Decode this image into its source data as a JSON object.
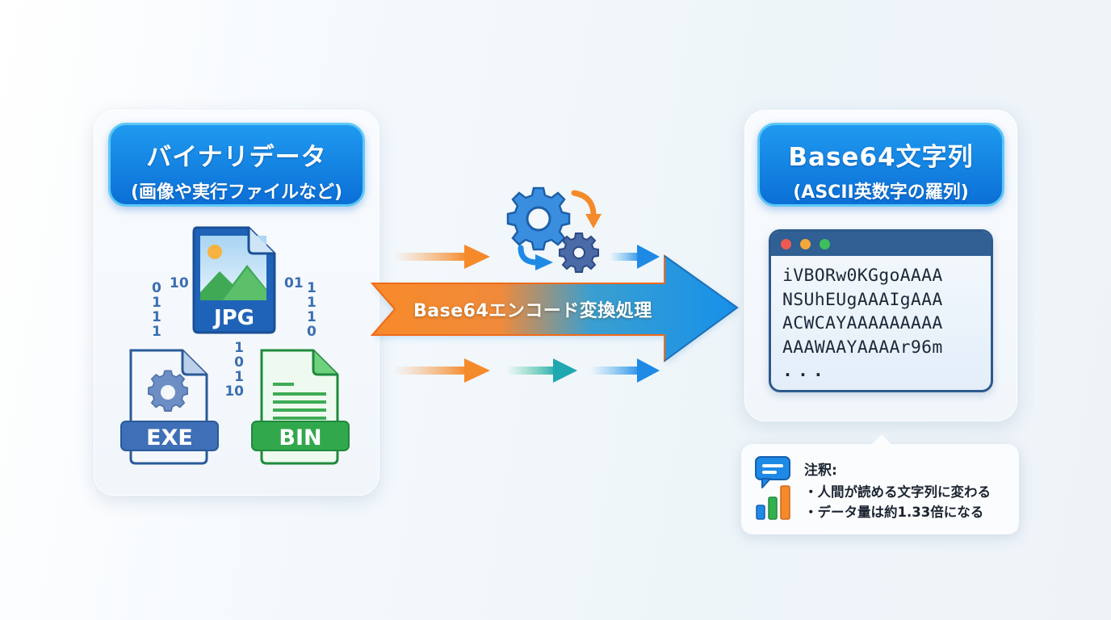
{
  "left": {
    "title": "バイナリデータ",
    "subtitle": "(画像や実行ファイルなど)",
    "files": [
      {
        "label": "JPG",
        "icon": "image-file-icon",
        "color": "#1f63b8"
      },
      {
        "label": "EXE",
        "icon": "gear-file-icon",
        "color": "#3e6fb4"
      },
      {
        "label": "BIN",
        "icon": "document-file-icon",
        "color": "#2fa24a"
      }
    ],
    "bits": {
      "left_top": "10",
      "left_col": "0\n1\n1\n1",
      "right_top": "01",
      "right_col": "1\n1\n1\n0",
      "center_col": "1\n0\n1\n10"
    }
  },
  "center": {
    "process_label": "Base64エンコード変換処理",
    "icons": [
      "gears-icon",
      "cycle-arrow-icon"
    ],
    "colors": {
      "orange": "#f58a2a",
      "blue": "#1e8ae6",
      "teal": "#1fb5a0"
    }
  },
  "right": {
    "title": "Base64文字列",
    "subtitle": "(ASCII英数字の羅列)",
    "terminal_lines": [
      "iVBORw0KGgoAAAA",
      "NSUhEUgAAAIgAAA",
      "ACWCAYAAAAAAAAA",
      "AAAWAAYAAAAr96m",
      "..."
    ],
    "window_dots": [
      "#ef5a50",
      "#f4a83a",
      "#3cc05a"
    ]
  },
  "note": {
    "title": "注釈:",
    "items": [
      "・人間が読める文字列に変わる",
      "・データ量は約1.33倍になる"
    ],
    "icon": "chat-chart-icon"
  }
}
